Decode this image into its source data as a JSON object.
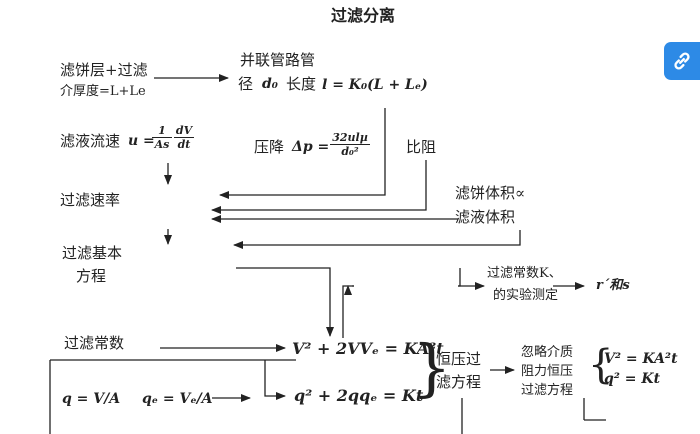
{
  "title": "过滤分离",
  "nodes": {
    "filter_layer_l1": "滤饼层+过滤",
    "filter_layer_l2": "介厚度=L+Le",
    "pipe_l1": "并联管路管",
    "pipe_l2_prefix": "径",
    "pipe_d0": "d₀",
    "pipe_len_label": "长度",
    "pipe_len_eq": "l = K₀(L + Lₑ)",
    "filtrate_rate_label": "滤液流速",
    "filtrate_rate_lhs": "u =",
    "filtrate_rate_n1": "1",
    "filtrate_rate_d1": "As",
    "filtrate_rate_n2": "dV",
    "filtrate_rate_d2": "dt",
    "pressure_label": "压降",
    "pressure_lhs": "Δp =",
    "pressure_num": "32ulµ",
    "pressure_den": "d₀²",
    "specific_resistance": "比阻",
    "filtration_rate": "过滤速率",
    "cake_volume_l1": "滤饼体积∝",
    "cake_volume_l2": "滤液体积",
    "basic_eq_l1": "过滤基本",
    "basic_eq_l2": "方程",
    "constant_measure_l1": "过滤常数K、",
    "constant_measure_l2": "的实验测定",
    "r_and_s": "r´和s",
    "filtration_constants": "过滤常数",
    "eq_main": "V² + 2VVₑ = KA²t",
    "eq_q": "q² + 2qqₑ = Kt",
    "q_def": "q = V/A",
    "qe_def": "qₑ = Vₑ/A",
    "const_pressure_l1": "恒压过",
    "const_pressure_l2": "滤方程",
    "ignore_l1": "忽略介质",
    "ignore_l2": "阻力恒压",
    "ignore_l3": "过滤方程",
    "simple_eq1": "V² = KA²t",
    "simple_eq2": "q² = Kt"
  },
  "icons": {
    "side_badge": "chain-link-icon"
  },
  "colors": {
    "line": "#222222",
    "badge": "#2d8ae6"
  }
}
